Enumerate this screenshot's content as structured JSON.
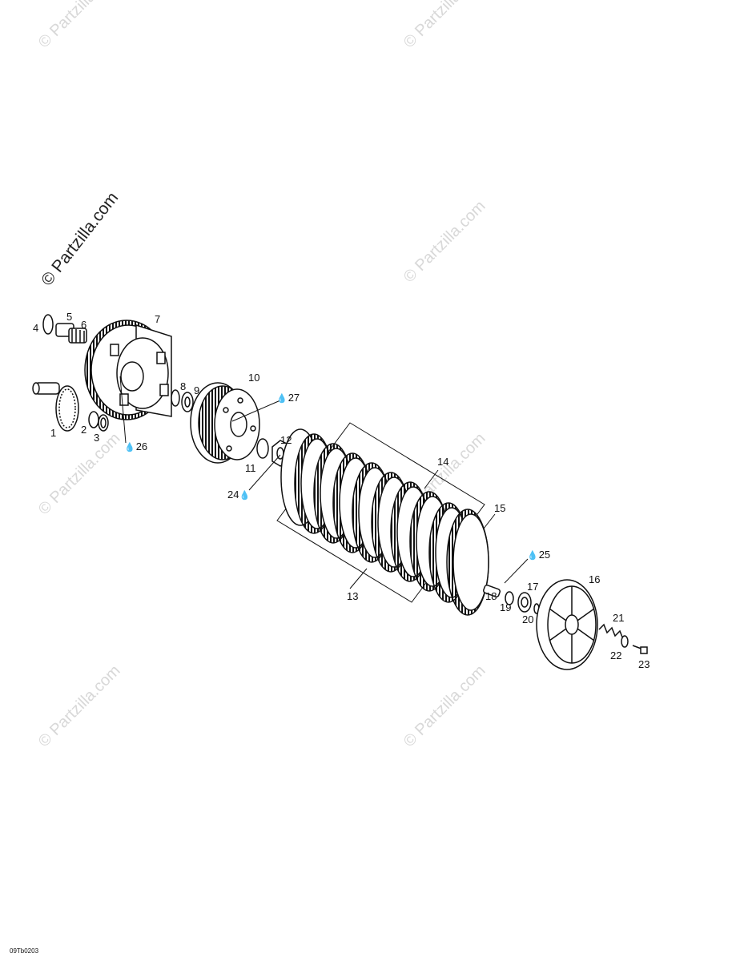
{
  "watermark": {
    "main": "© Partzilla.com",
    "repeat": "© Partzilla.com"
  },
  "callouts": {
    "c1": "1",
    "c2": "2",
    "c3": "3",
    "c4": "4",
    "c5": "5",
    "c6": "6",
    "c7": "7",
    "c8": "8",
    "c9": "9",
    "c10": "10",
    "c11": "11",
    "c12": "12",
    "c13": "13",
    "c14": "14",
    "c15": "15",
    "c16": "16",
    "c17": "17",
    "c18": "18",
    "c19": "19",
    "c20": "20",
    "c21": "21",
    "c22": "22",
    "c23": "23",
    "c24": "24",
    "c25": "25",
    "c26": "26",
    "c27": "27"
  },
  "drop_glyph": "💧",
  "drawing_code": "09Tb0203"
}
